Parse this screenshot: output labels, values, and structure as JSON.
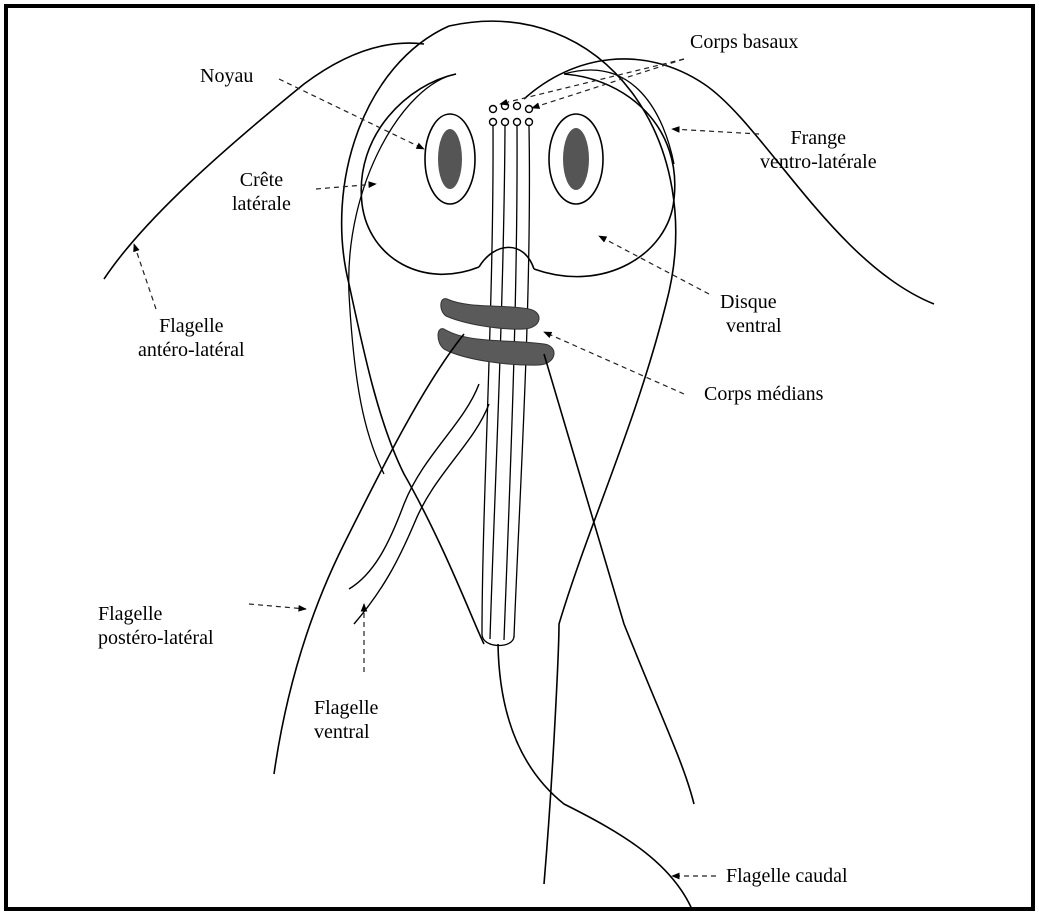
{
  "colors": {
    "ink": "#000000",
    "pencil": "#333333",
    "nucleus_fill": "#555555",
    "median_body_fill": "#5a5a5a",
    "background": "#ffffff",
    "frame": "#000000"
  },
  "labels": {
    "noyau": "Noyau",
    "crete_line1": "Crête",
    "crete_line2": "latérale",
    "flagelle_antero_line1": "Flagelle",
    "flagelle_antero_line2": "antéro-latéral",
    "corps_basaux": "Corps basaux",
    "frange_line1": "Frange",
    "frange_line2": "ventro-latérale",
    "disque_line1": "Disque",
    "disque_line2": "ventral",
    "corps_medians": "Corps médians",
    "flagelle_postero_line1": "Flagelle",
    "flagelle_postero_line2": "postéro-latéral",
    "flagelle_ventral_line1": "Flagelle",
    "flagelle_ventral_line2": "ventral",
    "flagelle_caudal": "Flagelle caudal"
  }
}
